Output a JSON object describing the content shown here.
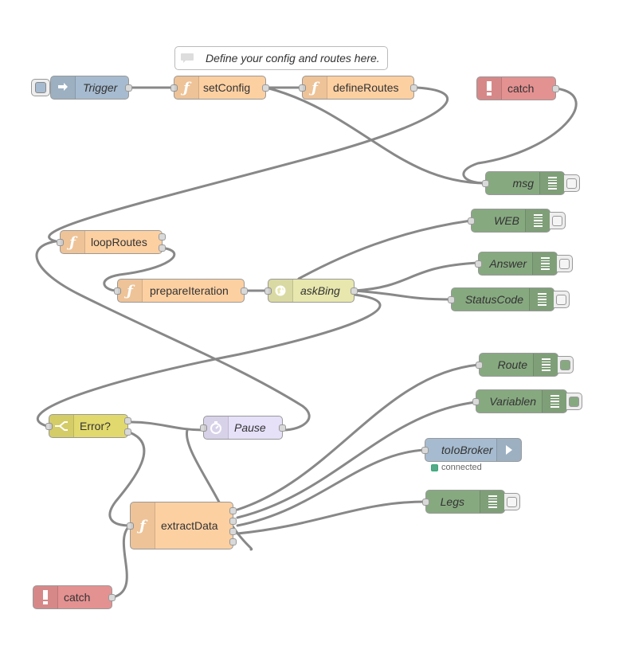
{
  "comment": {
    "text": "Define your config and routes here."
  },
  "nodes": {
    "trigger": {
      "label": "Trigger",
      "color": "#a6bbcf",
      "icon": "inject-arrow-icon"
    },
    "setConfig": {
      "label": "setConfig",
      "color": "#fdd0a2",
      "icon": "function-icon"
    },
    "defineRoutes": {
      "label": "defineRoutes",
      "color": "#fdd0a2",
      "icon": "function-icon"
    },
    "catchTop": {
      "label": "catch",
      "color": "#e49191",
      "icon": "alert-icon"
    },
    "msg": {
      "label": "msg",
      "color": "#87a980",
      "icon": "debug-icon"
    },
    "web": {
      "label": "WEB",
      "color": "#87a980",
      "icon": "debug-icon"
    },
    "loopRoutes": {
      "label": "loopRoutes",
      "color": "#fdd0a2",
      "icon": "function-icon"
    },
    "answer": {
      "label": "Answer",
      "color": "#87a980",
      "icon": "debug-icon"
    },
    "prepareIteration": {
      "label": "prepareIteration",
      "color": "#fdd0a2",
      "icon": "function-icon"
    },
    "askBing": {
      "label": "askBing",
      "color": "#e7e7ae",
      "icon": "globe-icon"
    },
    "statusCode": {
      "label": "StatusCode",
      "color": "#87a980",
      "icon": "debug-icon"
    },
    "route": {
      "label": "Route",
      "color": "#87a980",
      "icon": "debug-icon"
    },
    "variablen": {
      "label": "Variablen",
      "color": "#87a980",
      "icon": "debug-icon"
    },
    "error": {
      "label": "Error?",
      "color": "#e2d96e",
      "icon": "switch-icon"
    },
    "pause": {
      "label": "Pause",
      "color": "#e6e0f8",
      "icon": "timer-icon"
    },
    "toIoBroker": {
      "label": "toIoBroker",
      "color": "#a6bbcf",
      "icon": "output-arrow-icon",
      "status": "connected"
    },
    "extractData": {
      "label": "extractData",
      "color": "#fdd0a2",
      "icon": "function-icon"
    },
    "legs": {
      "label": "Legs",
      "color": "#87a980",
      "icon": "debug-icon"
    },
    "catchBottom": {
      "label": "catch",
      "color": "#e49191",
      "icon": "alert-icon"
    }
  }
}
